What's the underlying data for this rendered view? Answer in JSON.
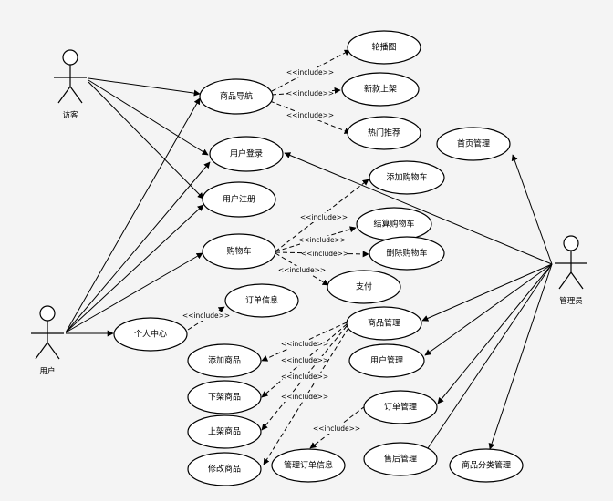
{
  "actors": {
    "visitor": "访客",
    "user": "用户",
    "admin": "管理员"
  },
  "usecases": {
    "nav": "商品导航",
    "carousel": "轮播图",
    "new": "新款上架",
    "hot": "热门推荐",
    "login": "用户登录",
    "register": "用户注册",
    "cart": "购物车",
    "addcart": "添加购物车",
    "checkout": "结算购物车",
    "delcart": "删除购物车",
    "pay": "支付",
    "personal": "个人中心",
    "orderinfo": "订单信息",
    "homemgmt": "首页管理",
    "goodsmgmt": "商品管理",
    "usermgmt": "用户管理",
    "ordermgmt": "订单管理",
    "aftersale": "售后管理",
    "catmgmt": "商品分类管理",
    "addgoods": "添加商品",
    "offshelf": "下架商品",
    "onshelf": "上架商品",
    "editgoods": "修改商品",
    "mgmtorderinfo": "管理订单信息"
  },
  "include_label": "<<include>>"
}
